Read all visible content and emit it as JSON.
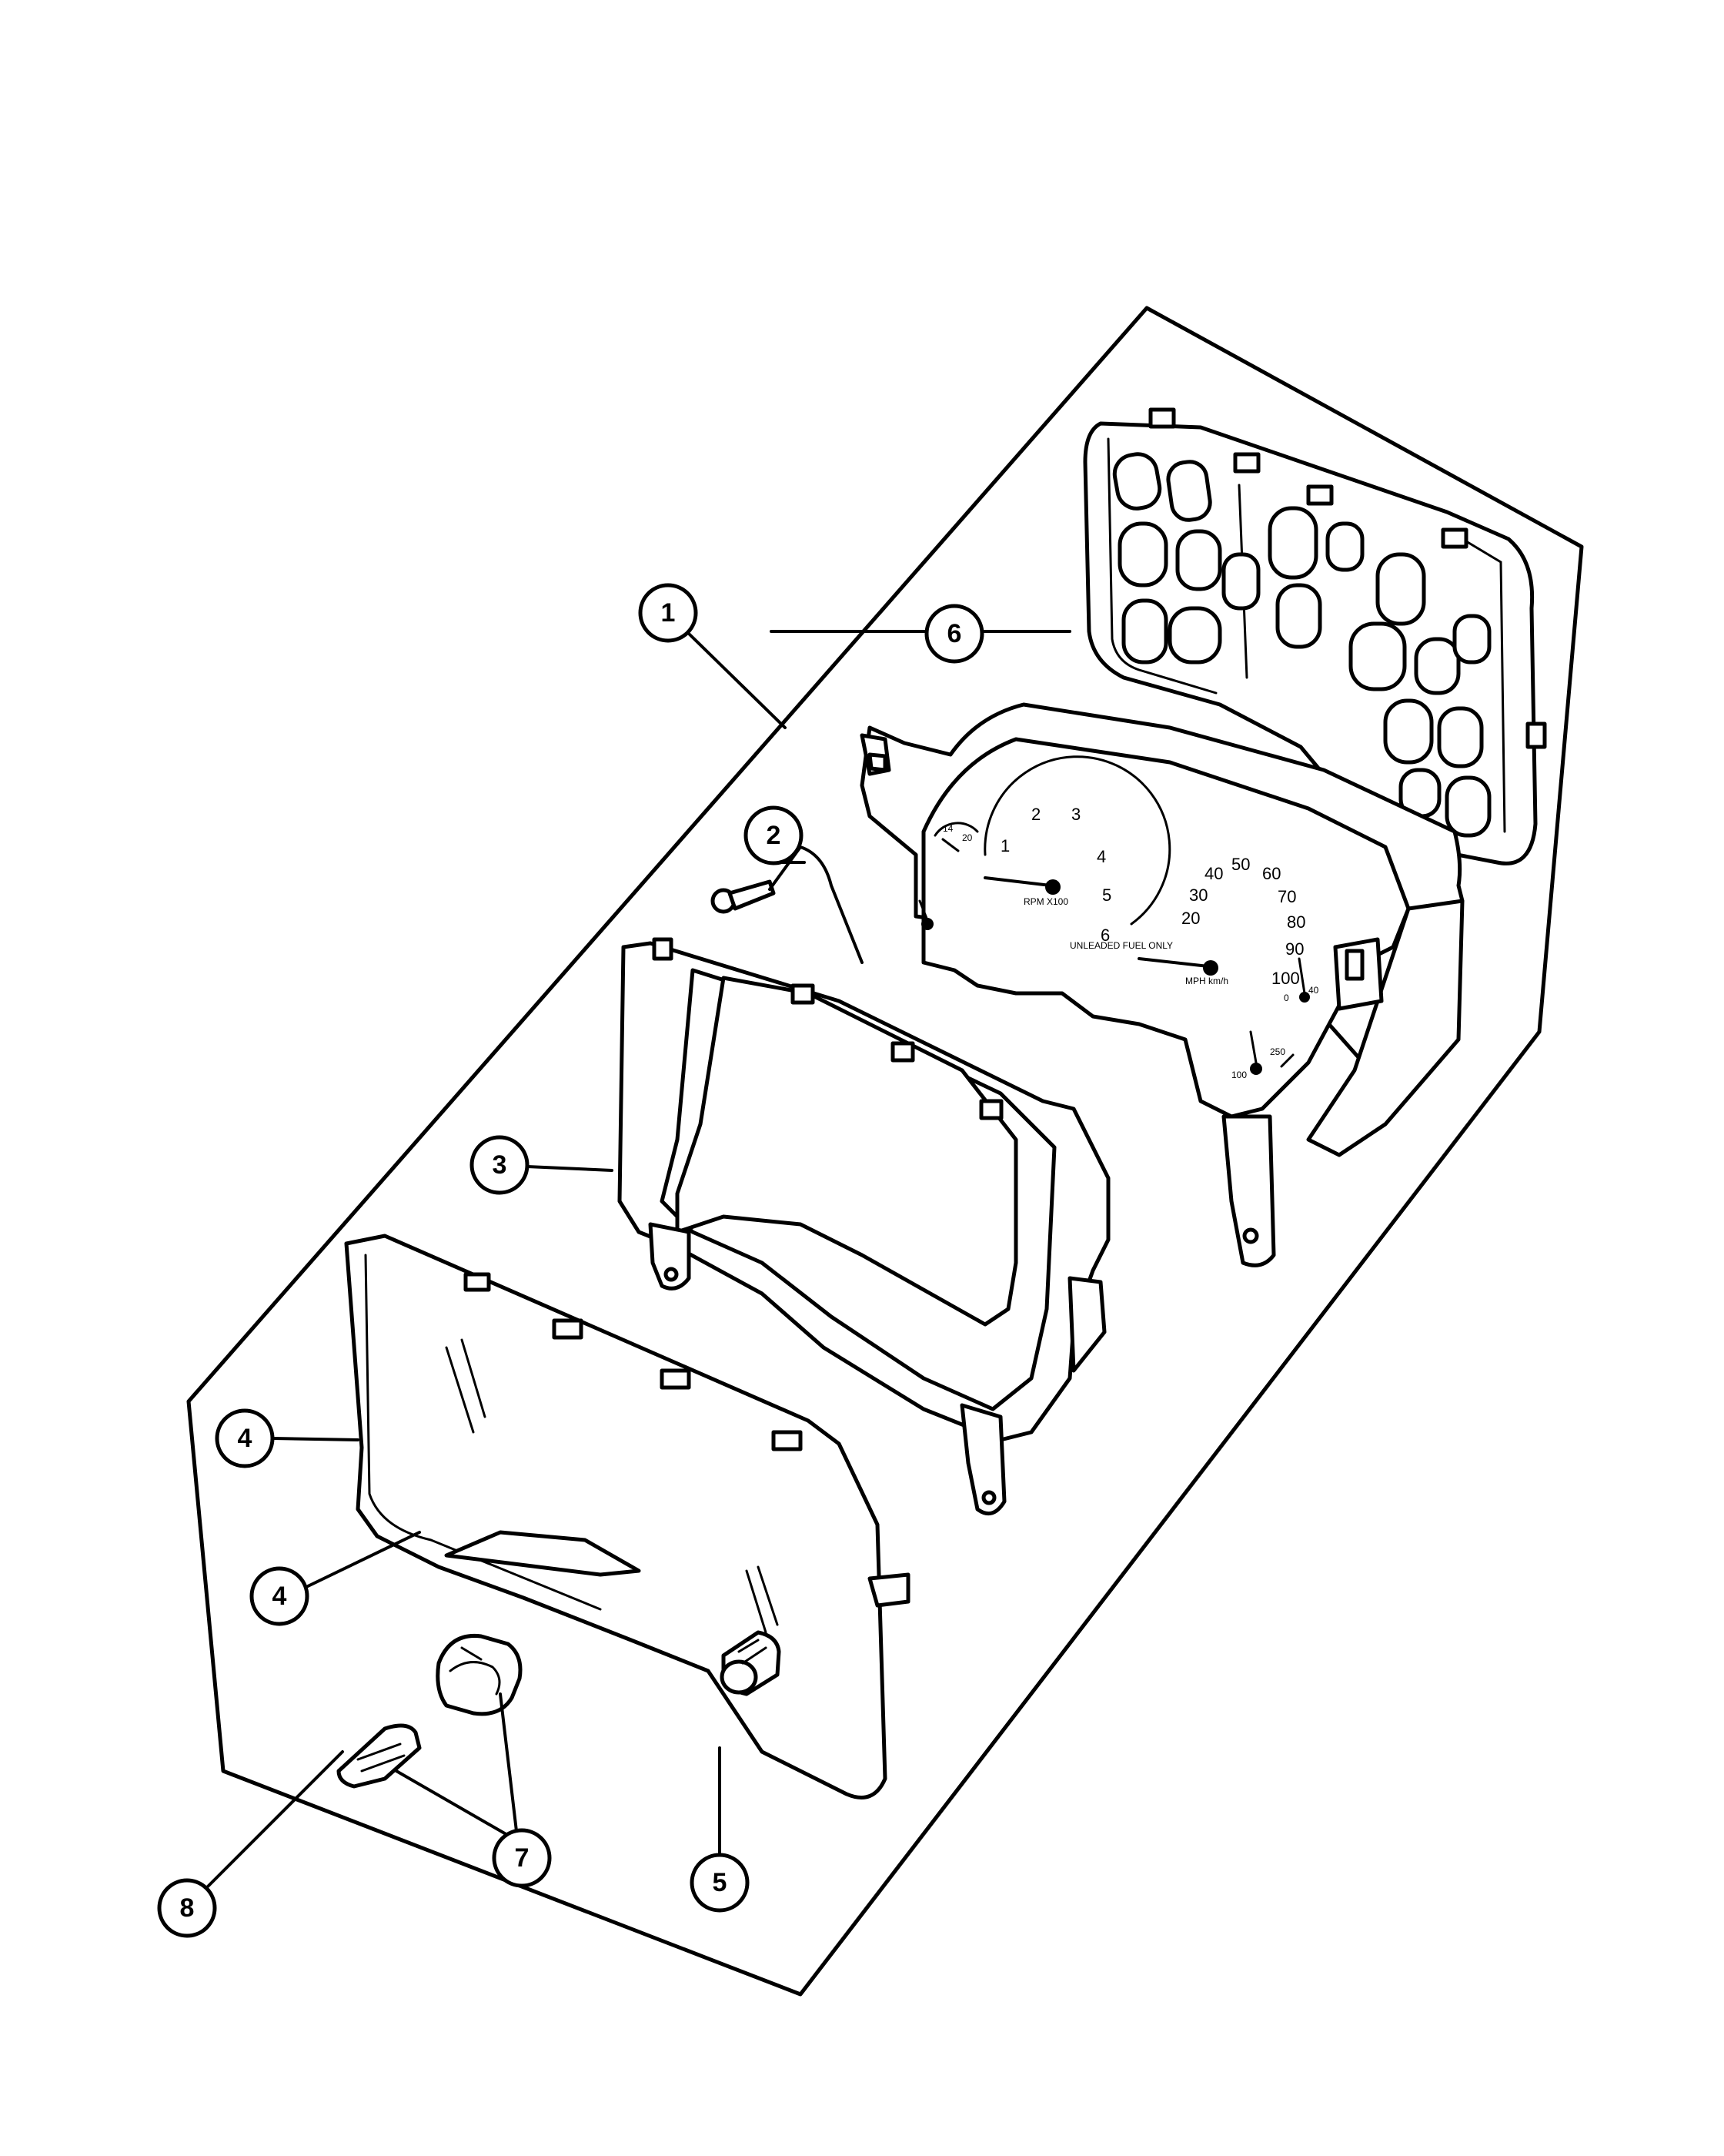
{
  "callouts": [
    {
      "label": "1"
    },
    {
      "label": "2"
    },
    {
      "label": "3"
    },
    {
      "label": "4"
    },
    {
      "label": "4"
    },
    {
      "label": "5"
    },
    {
      "label": "6"
    },
    {
      "label": "7"
    },
    {
      "label": "8"
    }
  ],
  "dial": {
    "tach_numbers": [
      "1",
      "2",
      "3",
      "4",
      "5",
      "6"
    ],
    "tach_label": "RPM X100",
    "speedo_numbers": [
      "20",
      "30",
      "40",
      "50",
      "60",
      "70",
      "80",
      "90",
      "100"
    ],
    "speedo_label": "MPH km/h",
    "fuel_text": "UNLEADED FUEL ONLY",
    "small_marks": [
      "14",
      "20",
      "40",
      "0",
      "100",
      "250"
    ]
  }
}
